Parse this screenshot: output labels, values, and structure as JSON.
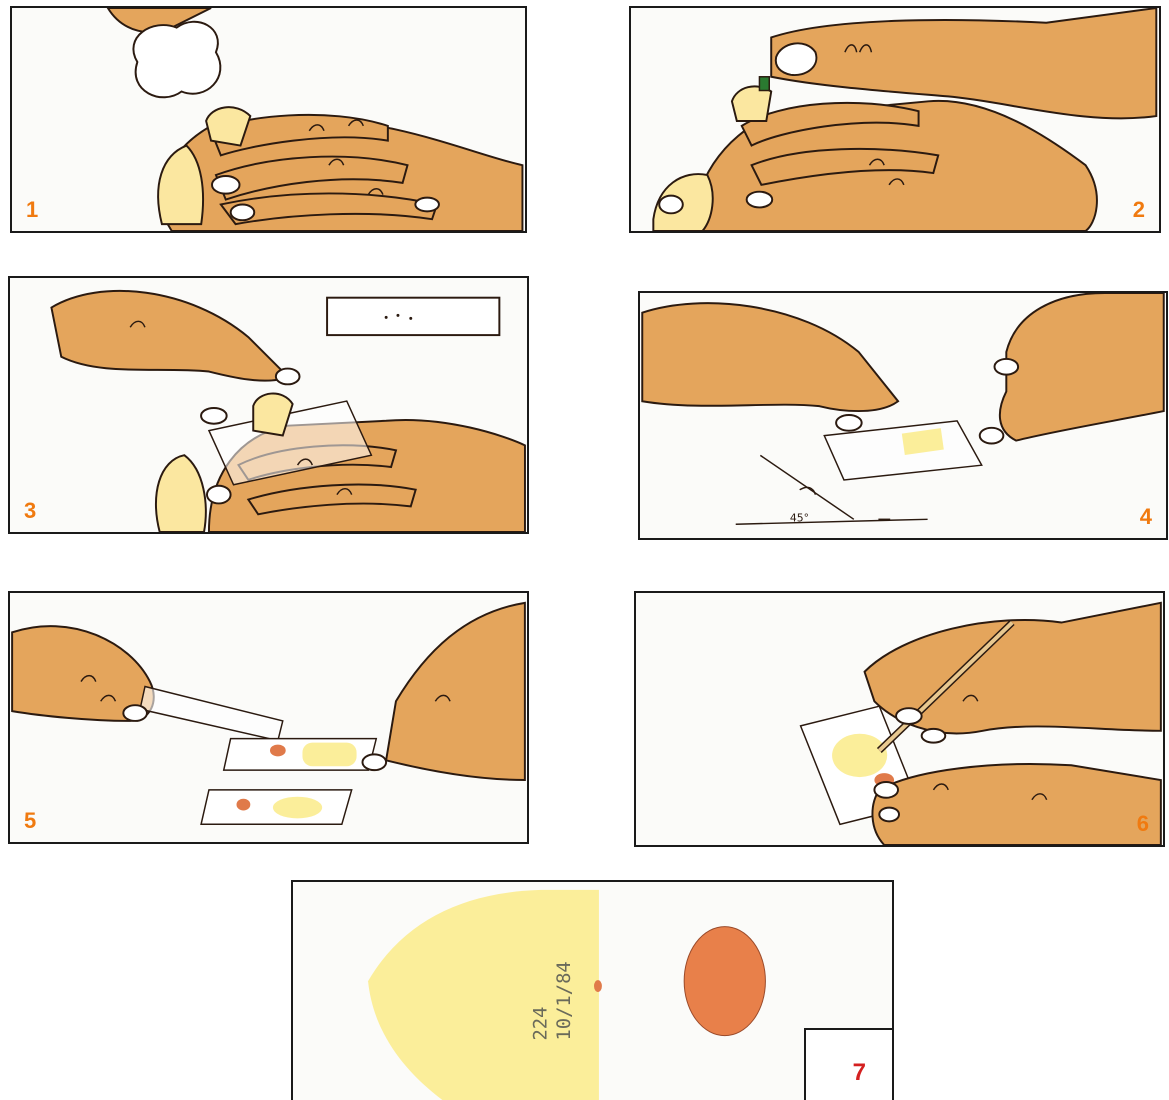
{
  "colors": {
    "skin": "#e4a55c",
    "skin_light": "#fbe7a0",
    "outline": "#2b1a10",
    "blood": "#e07a4a",
    "smear": "#fbee9a",
    "number": "#f07a10",
    "number_last": "#d42020"
  },
  "panels": [
    {
      "number": "1"
    },
    {
      "number": "2"
    },
    {
      "number": "3"
    },
    {
      "number": "4",
      "angle_label": "45°"
    },
    {
      "number": "5"
    },
    {
      "number": "6"
    },
    {
      "number": "7",
      "slide_text_line1": "224",
      "slide_text_line2": "10/1/84"
    }
  ]
}
